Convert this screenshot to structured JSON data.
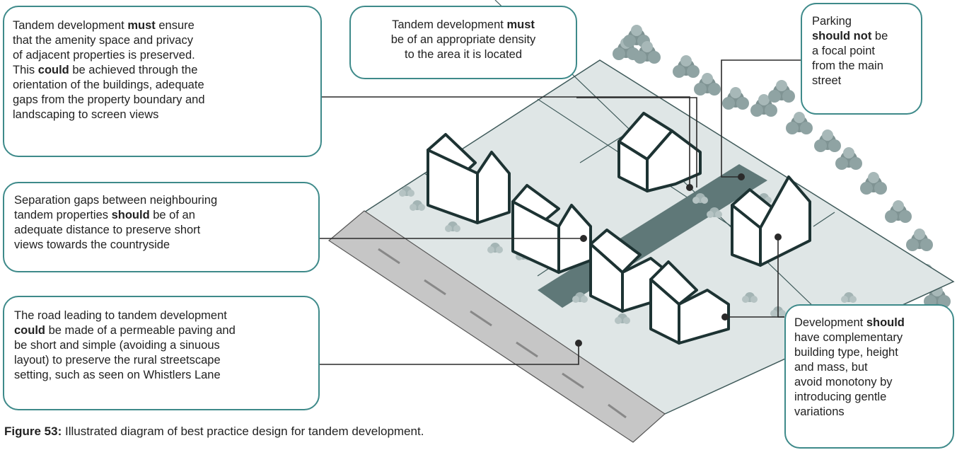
{
  "callouts": {
    "amenity": {
      "l1_pre": "Tandem development ",
      "l1_bold": "must",
      "l1_post": " ensure",
      "l2": "that the amenity space and privacy",
      "l3": "of adjacent properties is preserved.",
      "l4_pre": "This ",
      "l4_bold": "could",
      "l4_post": " be achieved through the",
      "l5": "orientation of the buildings, adequate",
      "l6": "gaps from the property boundary and",
      "l7": " landscaping to screen views"
    },
    "density": {
      "l1_pre": "Tandem development ",
      "l1_bold": "must",
      "l2": "be of an appropriate density",
      "l3": "to the area it is located"
    },
    "parking": {
      "l1": "Parking",
      "l2_bold": "should not",
      "l2_post": " be",
      "l3": "a focal point",
      "l4": "from the main",
      "l5": " street"
    },
    "separation": {
      "l1": " Separation gaps between neighbouring",
      "l2_pre": "tandem properties ",
      "l2_bold": "should",
      "l2_post": " be of an",
      "l3": "adequate distance to preserve short",
      "l4": "views towards the countryside"
    },
    "road": {
      "l1": " The road leading to tandem development",
      "l2_bold": "could",
      "l2_post": " be made of a permeable paving and",
      "l3": "be short and simple (avoiding a sinuous",
      "l4": "layout) to preserve the rural streetscape",
      "l5": " setting, such as seen on Whistlers Lane"
    },
    "development": {
      "l1_pre": "Development ",
      "l1_bold": "should",
      "l2": "have complementary",
      "l3": "building type, height",
      "l4": "and mass, but",
      "l5": "avoid monotony by",
      "l6": "introducing gentle",
      "l7": " variations"
    }
  },
  "caption": {
    "label": "Figure 53:",
    "text": " Illustrated diagram of best practice design for tandem development."
  },
  "colors": {
    "callout_border": "#3e8a8a",
    "plot_fill": "#dfe6e6",
    "access_road": "#5f7878",
    "main_road": "#c6c6c6",
    "tree": "#7f9393",
    "house_outline": "#1d3333"
  }
}
